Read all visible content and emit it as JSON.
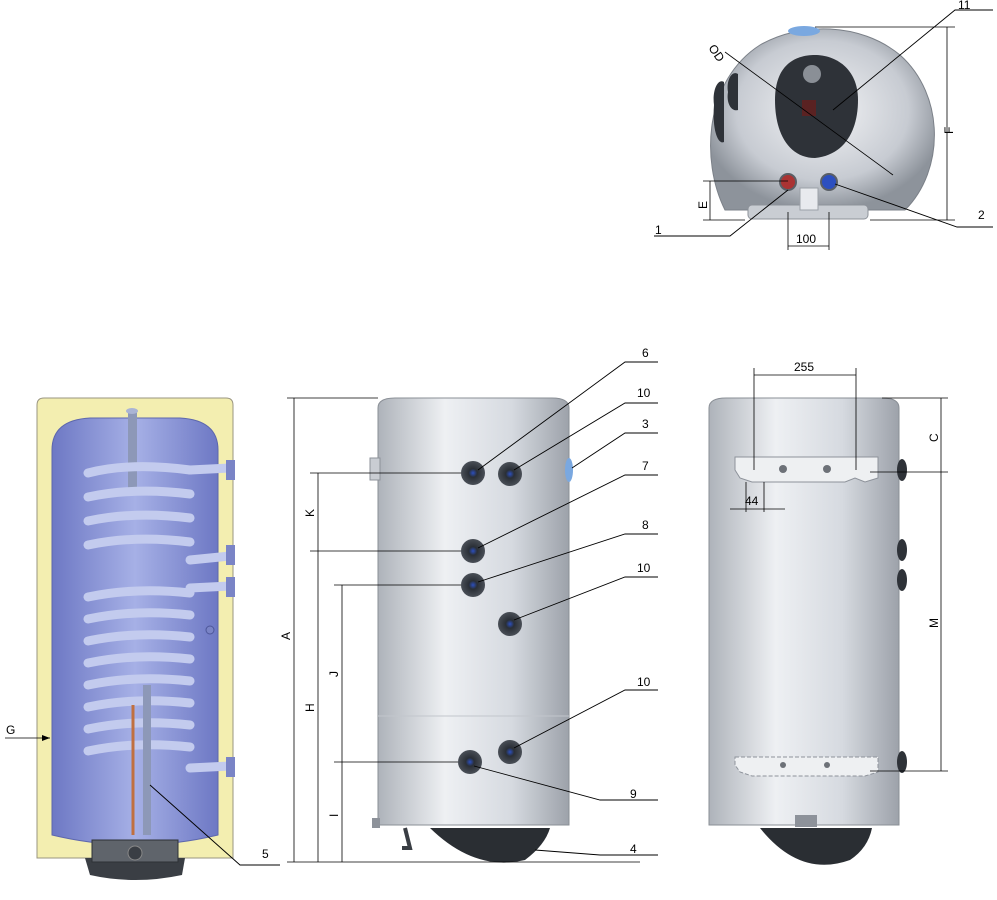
{
  "callouts": {
    "c1": "1",
    "c2": "2",
    "c3": "3",
    "c4": "4",
    "c5": "5",
    "c6": "6",
    "c7": "7",
    "c8": "8",
    "c9": "9",
    "c10a": "10",
    "c10b": "10",
    "c10c": "10",
    "c11": "11"
  },
  "dimensions": {
    "od": "OD",
    "e": "E",
    "f": "F",
    "w100": "100",
    "a": "A",
    "h": "H",
    "k": "K",
    "j": "J",
    "i": "I",
    "g": "G",
    "w255": "255",
    "w44": "44",
    "c": "C",
    "m": "M"
  },
  "colors": {
    "tank_body": "#d9dde3",
    "insulation": "#f3eeb0",
    "water": "#8f9bd8",
    "coil": "#c3cbee",
    "port": "#3a3f46",
    "port_center": "#2c4fbf"
  }
}
